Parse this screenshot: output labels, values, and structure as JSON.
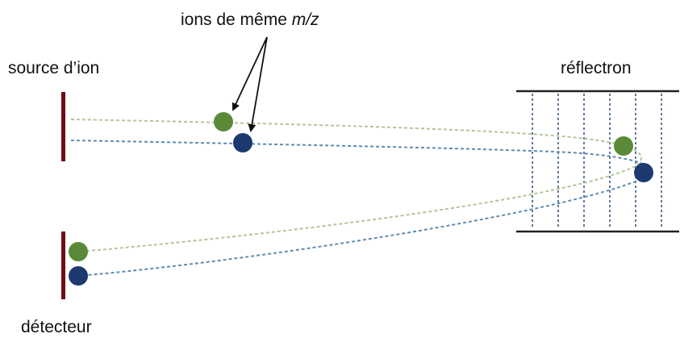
{
  "labels": {
    "ions_prefix": "ions de même ",
    "ions_mz": "m/z",
    "source": "source d’ion",
    "reflectron": "réflectron",
    "detector": "détecteur"
  },
  "colors": {
    "plate": "#6e0f14",
    "green_ion": "#5a8a38",
    "blue_ion": "#1c3a70",
    "green_path": "#b5c49a",
    "blue_path": "#5f8cb0",
    "grid": "#2f4f7a",
    "rail": "#222222"
  },
  "icons": {
    "arrows": "arrow-icon"
  }
}
